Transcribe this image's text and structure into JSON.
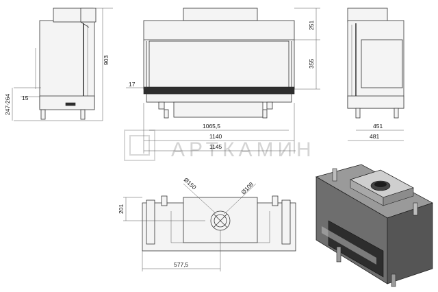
{
  "watermark": {
    "text": "АРТКАМИН"
  },
  "side_left": {
    "height": "903",
    "leg_range": "247-264",
    "small": "15"
  },
  "front": {
    "top": "251",
    "glass_h": "355",
    "offset": "17",
    "w1": "1065,5",
    "w2": "1140",
    "w3": "1145"
  },
  "side_right": {
    "d1": "451",
    "d2": "481"
  },
  "top_view": {
    "d_outer": "Ø150",
    "d_inner": "Ø108",
    "depth": "201",
    "center": "577,5"
  },
  "colors": {
    "line": "#333333",
    "dark": "#2e2e2e",
    "watermark": "#d0d0d0"
  }
}
